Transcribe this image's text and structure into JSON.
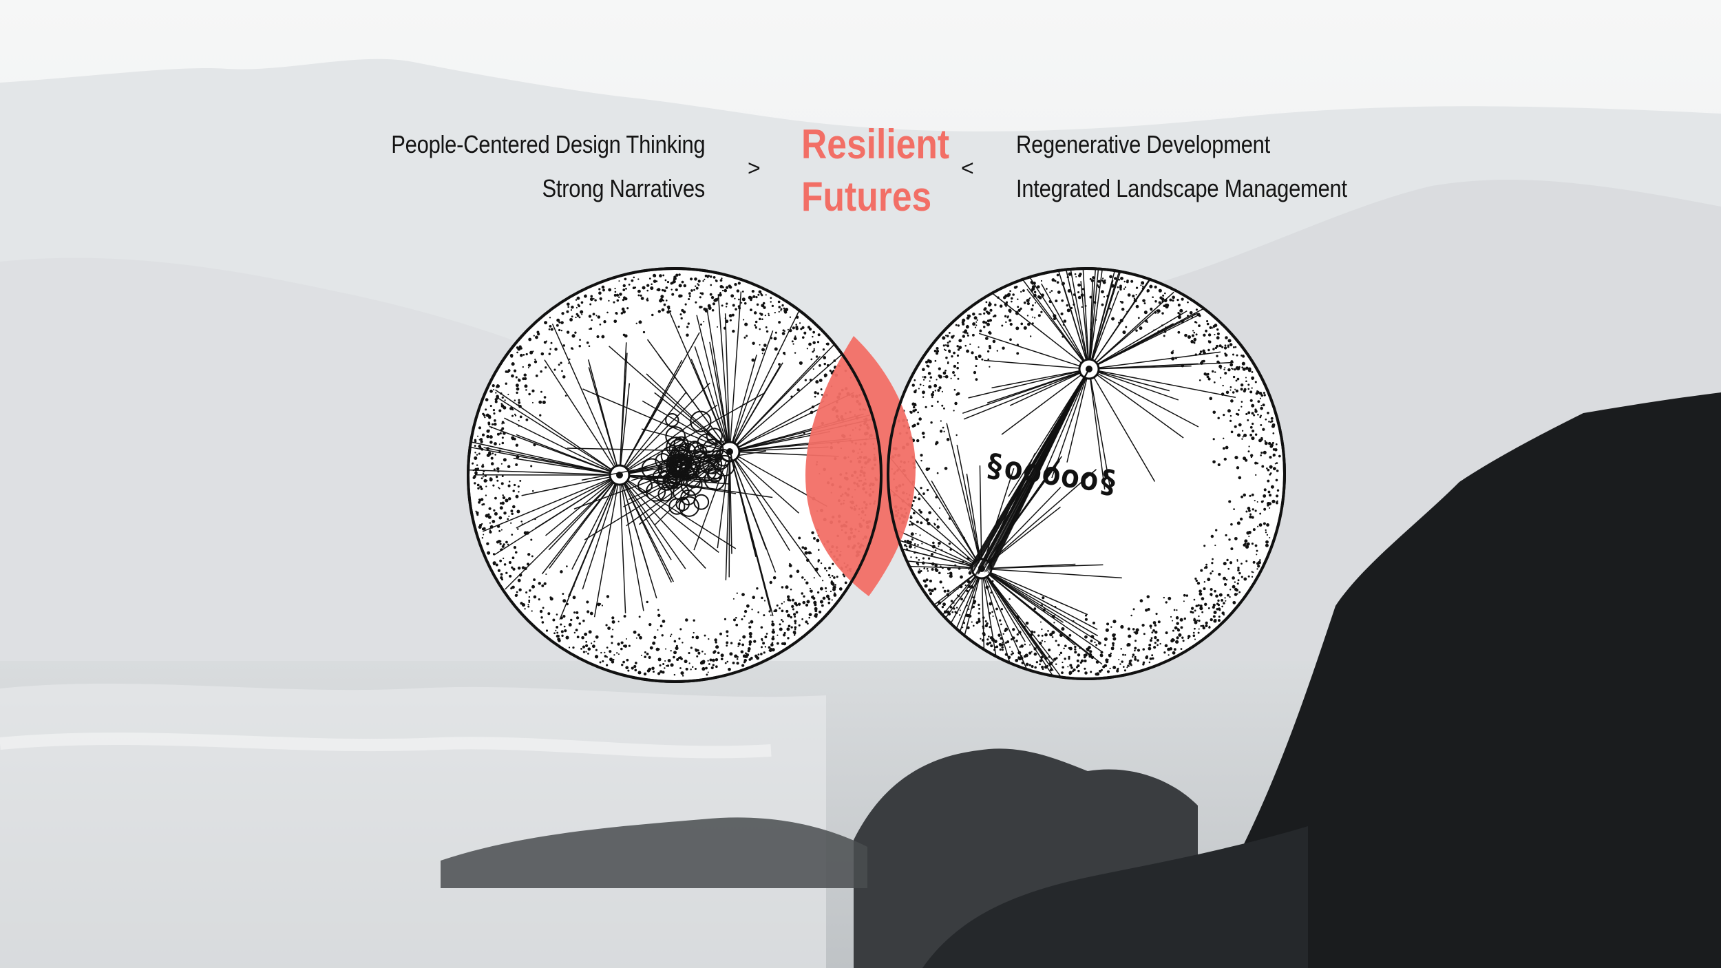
{
  "left_items": [
    "People-Centered Design Thinking",
    "Strong Narratives"
  ],
  "right_items": [
    "Regenerative Development",
    "Integrated Landscape Management"
  ],
  "left_arrow": ">",
  "right_arrow": "<",
  "center": {
    "line1": "Resilient",
    "line2": "Futures"
  },
  "colors": {
    "accent": "#f26f66",
    "text": "#141414",
    "circle_fill": "#ffffff",
    "rock": "#1a1c1e",
    "sky": "#f2f3f4"
  },
  "icons": [
    "venn-diagram-illustration",
    "cell-division-illustration"
  ]
}
